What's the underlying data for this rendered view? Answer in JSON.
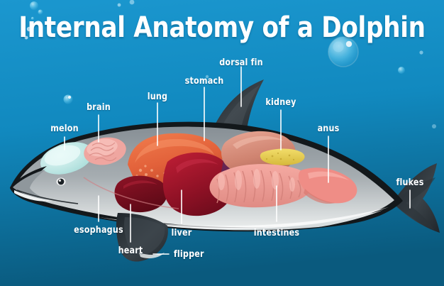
{
  "title": "Internal Anatomy of a Dolphin",
  "colors": {
    "bg_top": "#1692cc",
    "bg_bottom": "#0a5a7e",
    "label_text": "#ffffff",
    "body_grey": "#9aa3a8",
    "body_dark": "#2b3135",
    "belly_white": "#f2f4f4",
    "melon": "#bfeae8",
    "brain": "#f0a9a4",
    "lung": "#e8663c",
    "liver": "#a2142a",
    "heart": "#7e0f20",
    "stomach": "#d98a78",
    "intestines": "#ef9a94",
    "kidney": "#e8cf55",
    "anus": "#ef8d86"
  },
  "labels": [
    {
      "id": "dorsal-fin",
      "text": "dorsal fin"
    },
    {
      "id": "stomach",
      "text": "stomach"
    },
    {
      "id": "lung",
      "text": "lung"
    },
    {
      "id": "brain",
      "text": "brain"
    },
    {
      "id": "melon",
      "text": "melon"
    },
    {
      "id": "kidney",
      "text": "kidney"
    },
    {
      "id": "anus",
      "text": "anus"
    },
    {
      "id": "flukes",
      "text": "flukes"
    },
    {
      "id": "intestines",
      "text": "intestines"
    },
    {
      "id": "liver",
      "text": "liver"
    },
    {
      "id": "heart",
      "text": "heart"
    },
    {
      "id": "flipper",
      "text": "flipper"
    },
    {
      "id": "esophagus",
      "text": "esophagus"
    }
  ]
}
